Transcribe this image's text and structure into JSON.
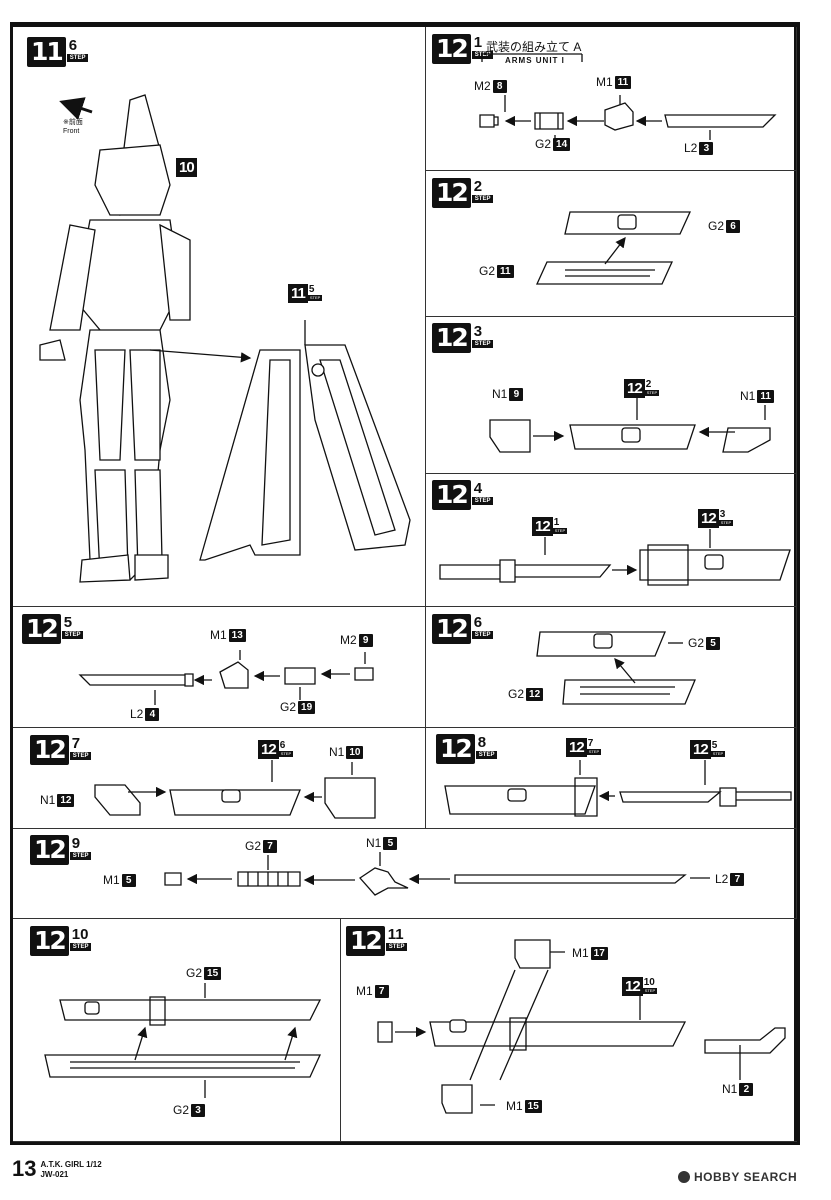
{
  "steps": {
    "s11_6": {
      "num": "11",
      "step": "6",
      "label": "STEP"
    },
    "s12_1": {
      "num": "12",
      "step": "1",
      "label": "STEP",
      "title_ja": "武装の組み立て A",
      "title_en": "ARMS UNIT I"
    },
    "s12_2": {
      "num": "12",
      "step": "2",
      "label": "STEP"
    },
    "s12_3": {
      "num": "12",
      "step": "3",
      "label": "STEP"
    },
    "s12_4": {
      "num": "12",
      "step": "4",
      "label": "STEP"
    },
    "s12_5": {
      "num": "12",
      "step": "5",
      "label": "STEP"
    },
    "s12_6": {
      "num": "12",
      "step": "6",
      "label": "STEP"
    },
    "s12_7": {
      "num": "12",
      "step": "7",
      "label": "STEP"
    },
    "s12_8": {
      "num": "12",
      "step": "8",
      "label": "STEP"
    },
    "s12_9": {
      "num": "12",
      "step": "9",
      "label": "STEP"
    },
    "s12_10": {
      "num": "12",
      "step": "10",
      "label": "STEP"
    },
    "s12_11": {
      "num": "12",
      "step": "11",
      "label": "STEP"
    }
  },
  "refs": {
    "r10": {
      "num": "10",
      "step": "",
      "label": ""
    },
    "r11_5": {
      "num": "11",
      "step": "5",
      "label": "STEP"
    },
    "r12_2": {
      "num": "12",
      "step": "2",
      "label": "STEP"
    },
    "r12_3": {
      "num": "12",
      "step": "3",
      "label": "STEP"
    },
    "r12_1": {
      "num": "12",
      "step": "1",
      "label": "STEP"
    },
    "r12_6": {
      "num": "12",
      "step": "6",
      "label": "STEP"
    },
    "r12_7": {
      "num": "12",
      "step": "7",
      "label": "STEP"
    },
    "r12_5": {
      "num": "12",
      "step": "5",
      "label": "STEP"
    },
    "r12_10": {
      "num": "12",
      "step": "10",
      "label": "STEP"
    }
  },
  "front": {
    "ja": "※前面",
    "en": "Front"
  },
  "parts": {
    "p1_m2": {
      "runner": "M2",
      "num": "8"
    },
    "p1_m1": {
      "runner": "M1",
      "num": "11"
    },
    "p1_g2": {
      "runner": "G2",
      "num": "14"
    },
    "p1_l2": {
      "runner": "L2",
      "num": "3"
    },
    "p2_g2a": {
      "runner": "G2",
      "num": "6"
    },
    "p2_g2b": {
      "runner": "G2",
      "num": "11"
    },
    "p3_n1a": {
      "runner": "N1",
      "num": "9"
    },
    "p3_n1b": {
      "runner": "N1",
      "num": "11"
    },
    "p5_m1": {
      "runner": "M1",
      "num": "13"
    },
    "p5_m2": {
      "runner": "M2",
      "num": "9"
    },
    "p5_l2": {
      "runner": "L2",
      "num": "4"
    },
    "p5_g2": {
      "runner": "G2",
      "num": "19"
    },
    "p6_g2a": {
      "runner": "G2",
      "num": "5"
    },
    "p6_g2b": {
      "runner": "G2",
      "num": "12"
    },
    "p7_n1a": {
      "runner": "N1",
      "num": "10"
    },
    "p7_n1b": {
      "runner": "N1",
      "num": "12"
    },
    "p9_g2": {
      "runner": "G2",
      "num": "7"
    },
    "p9_n1": {
      "runner": "N1",
      "num": "5"
    },
    "p9_m1": {
      "runner": "M1",
      "num": "5"
    },
    "p9_l2": {
      "runner": "L2",
      "num": "7"
    },
    "p10_g2a": {
      "runner": "G2",
      "num": "15"
    },
    "p10_g2b": {
      "runner": "G2",
      "num": "3"
    },
    "p11_m1a": {
      "runner": "M1",
      "num": "17"
    },
    "p11_m1b": {
      "runner": "M1",
      "num": "7"
    },
    "p11_n1": {
      "runner": "N1",
      "num": "2"
    },
    "p11_m1c": {
      "runner": "M1",
      "num": "15"
    }
  },
  "footer": {
    "page": "13",
    "product": "A.T.K. GIRL 1/12",
    "code": "JW-021"
  },
  "watermark": {
    "text": "HOBBY SEARCH"
  }
}
